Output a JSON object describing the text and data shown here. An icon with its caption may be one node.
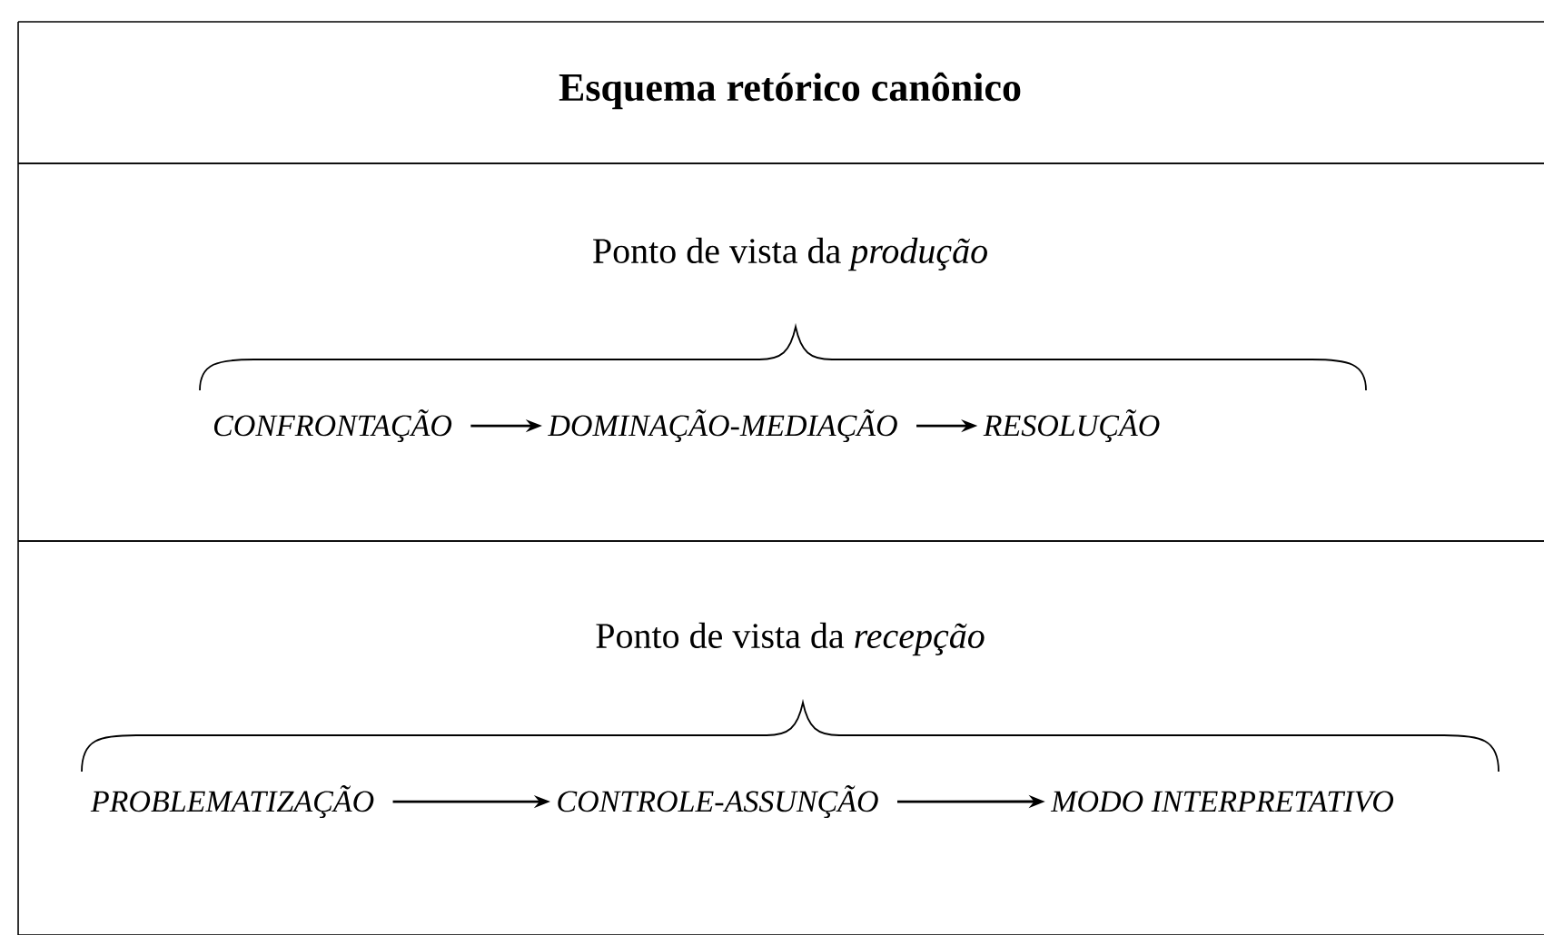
{
  "diagram": {
    "nodes": [
      {
        "text": [
          "Esquema retórico canônico"
        ]
      },
      {
        "text": [
          "Ponto de vista da *produção*"
        ]
      },
      {
        "text": [
          "CONFRONTAÇÃO"
        ],
        "in": 1
      },
      {
        "text": [
          "DOMINAÇÃO-MEDIAÇÃO"
        ],
        "in": 1
      },
      {
        "text": [
          "RESOLUÇÃO"
        ],
        "in": 1
      },
      {
        "text": [
          "Ponto de vista da *recepção*"
        ]
      },
      {
        "text": [
          "PROBLEMATIZAÇÃO"
        ],
        "in": 5
      },
      {
        "text": [
          "CONTROLE-ASSUNÇÃO"
        ],
        "in": 5
      },
      {
        "text": [
          "MODO INTERPRETATIVO"
        ],
        "in": 5
      }
    ],
    "edges": [
      {
        "from": 2,
        "to": 3,
        "arrow": "to"
      },
      {
        "from": 3,
        "to": 4,
        "arrow": "to"
      },
      {
        "from": 6,
        "to": 7,
        "arrow": "to"
      },
      {
        "from": 7,
        "to": 8,
        "arrow": "to"
      }
    ]
  }
}
